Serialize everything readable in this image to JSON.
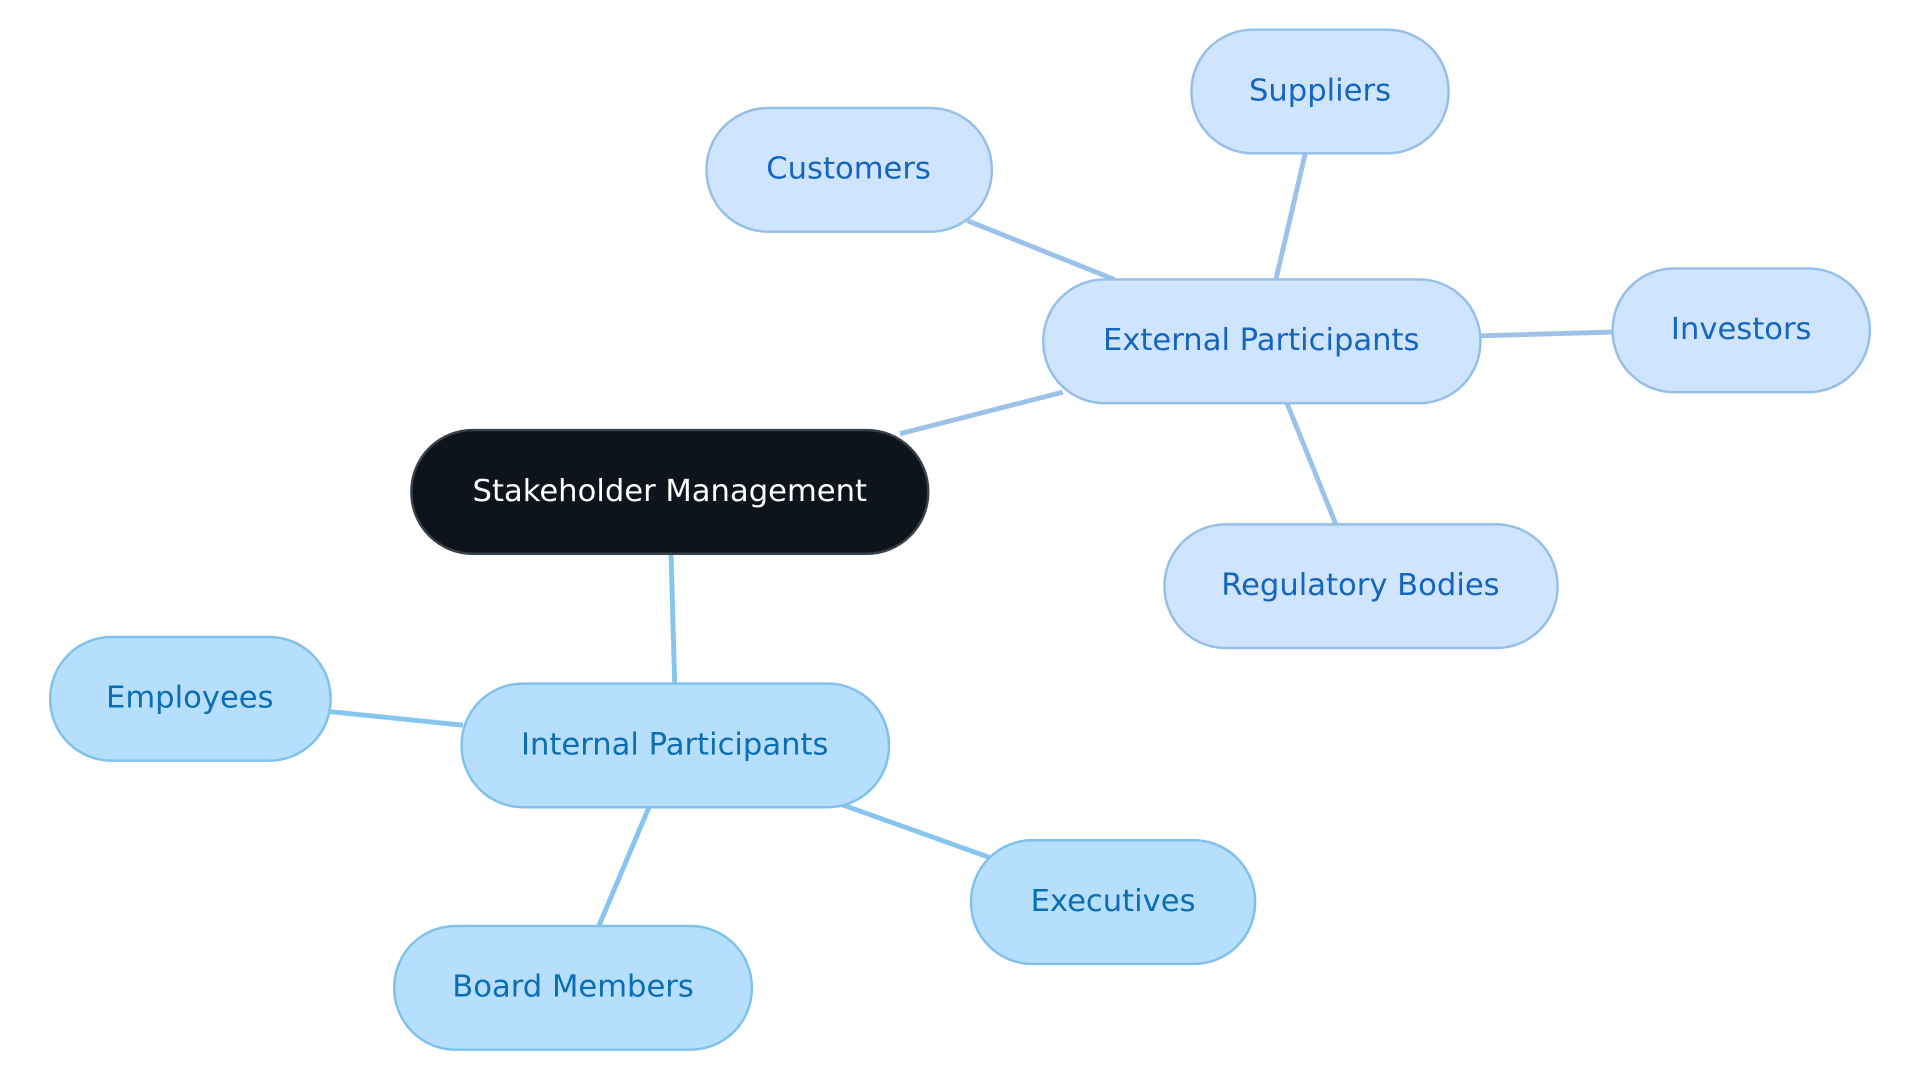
{
  "root": {
    "label": "Stakeholder Management"
  },
  "external": {
    "label": "External Participants",
    "children": [
      "Customers",
      "Suppliers",
      "Investors",
      "Regulatory Bodies"
    ]
  },
  "internal": {
    "label": "Internal Participants",
    "children": [
      "Employees",
      "Board Members",
      "Executives"
    ]
  },
  "colors": {
    "root_fill": "#0d141b",
    "external_fill": "#cfe4fd",
    "external_text": "#1565c0",
    "internal_fill": "#b5dffd",
    "internal_text": "#0c6db5"
  }
}
